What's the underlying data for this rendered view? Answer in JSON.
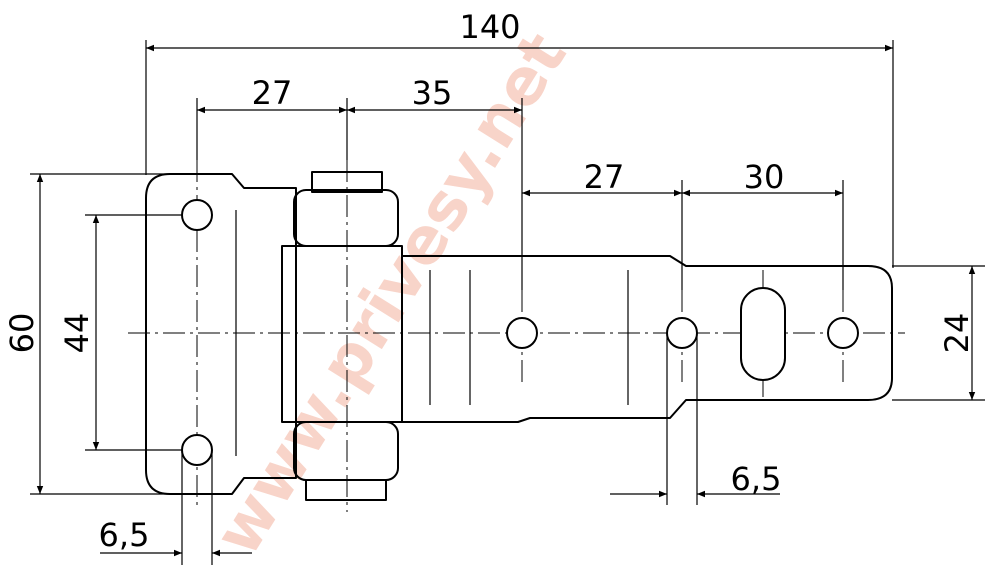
{
  "drawing": {
    "watermark": "www.privesy.net",
    "dimensions": {
      "overall_length": "140",
      "upper_left": "27",
      "upper_middle": "35",
      "right_first": "27",
      "right_second": "30",
      "left_height": "60",
      "hole_spacing": "44",
      "strap_width": "24",
      "hole_diameter_left": "6,5",
      "hole_diameter_right": "6,5"
    }
  }
}
